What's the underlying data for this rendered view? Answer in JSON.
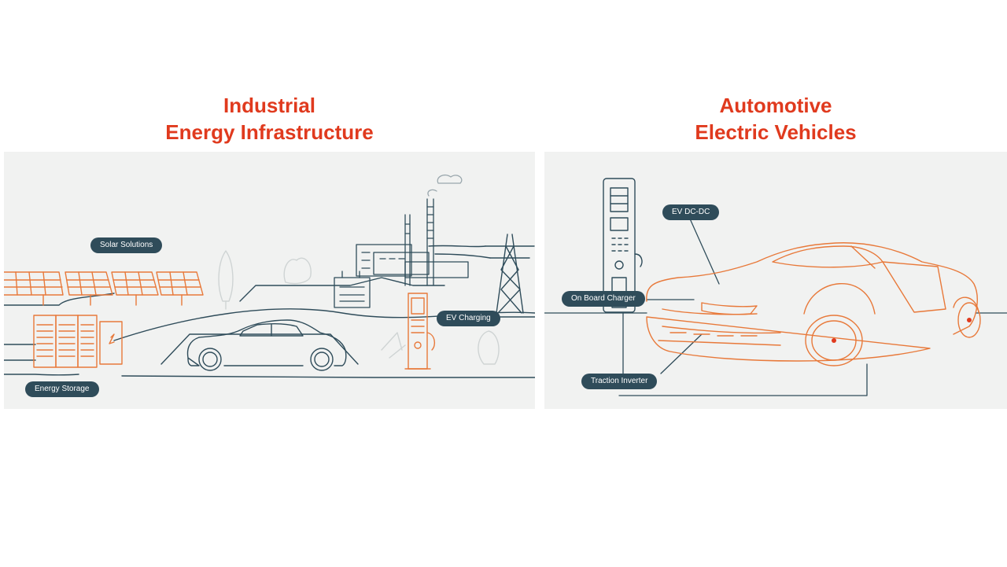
{
  "left": {
    "title_line1": "Industrial",
    "title_line2": "Energy Infrastructure",
    "labels": {
      "solar": "Solar Solutions",
      "ev_charging": "EV Charging",
      "energy_storage": "Energy Storage"
    }
  },
  "right": {
    "title_line1": "Automotive",
    "title_line2": "Electric Vehicles",
    "labels": {
      "ev_dcdc": "EV DC-DC",
      "onboard_charger": "On Board Charger",
      "traction_inverter": "Traction Inverter"
    }
  },
  "colors": {
    "title": "#e03a1e",
    "accent_orange": "#e8793a",
    "line_dark": "#2f4c5a",
    "pill_bg": "#2f4c5a",
    "panel_bg": "#f1f2f1"
  }
}
